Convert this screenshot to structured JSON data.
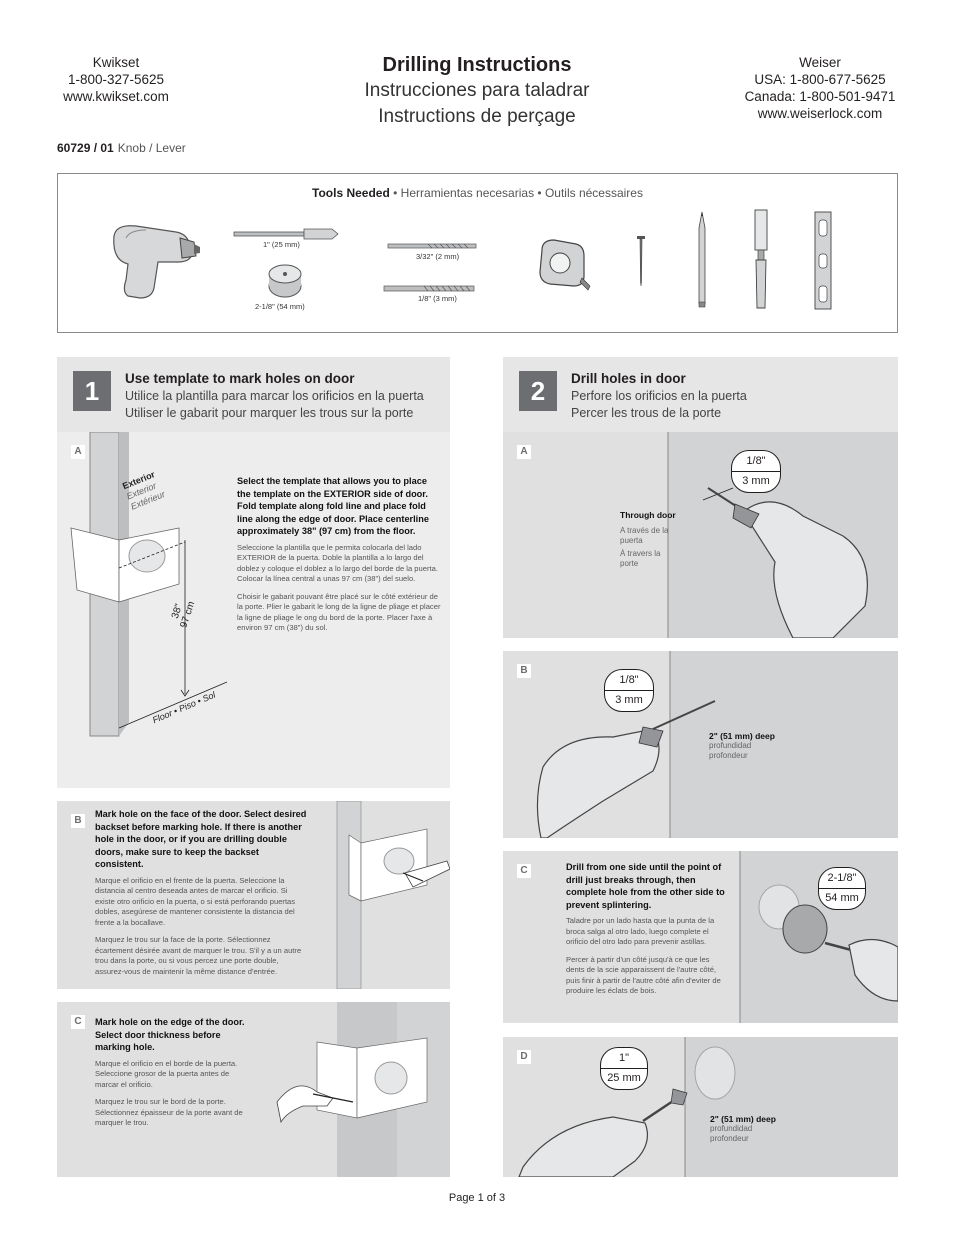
{
  "header": {
    "left": [
      "Kwikset",
      "1-800-327-5625",
      "www.kwikset.com"
    ],
    "title": "Drilling Instructions",
    "title_es": "Instrucciones para taladrar",
    "title_fr": "Instructions de perçage",
    "right": [
      "Weiser",
      "USA: 1-800-677-5625",
      "Canada: 1-800-501-9471",
      "www.weiserlock.com"
    ],
    "doc_number": "60729 / 01",
    "doc_type": "Knob / Lever"
  },
  "tools": {
    "heading": "Tools Needed",
    "heading_rest": " • Herramientas necesarias • Outils nécessaires",
    "labels": {
      "spade_bit": "1\" (25 mm)",
      "hole_saw": "2-1/8\" (54 mm)",
      "bit_small": "3/32\" (2 mm)",
      "bit_large": "1/8\" (3 mm)"
    },
    "icons": [
      "drill-icon",
      "spade-bit-icon",
      "hole-saw-icon",
      "drill-bit-icon",
      "tape-measure-icon",
      "nail-icon",
      "pencil-icon",
      "chisel-icon",
      "level-icon"
    ]
  },
  "step1": {
    "number": "1",
    "title": "Use template to mark holes on door",
    "title_es": "Utilice la plantilla para marcar los orificios en la puerta",
    "title_fr": "Utiliser le gabarit pour marquer les trous sur la porte",
    "A": {
      "label": "A",
      "bold": "Select the template that allows you to place the template on the EXTERIOR side of door. Fold template along fold line and place fold line along the edge of door. Place centerline approximately 38\" (97 cm) from the floor.",
      "es": "Seleccione la plantilla que le permita colocarla del lado EXTERIOR de la puerta. Doble la plantilla a lo largo del doblez y coloque el doblez a lo largo del borde de la puerta. Colocar la línea central a unas 97 cm (38\") del suelo.",
      "fr": "Choisir le gabarit pouvant être placé sur le côté extérieur de la porte. Plier le gabarit le long de la ligne de pliage et placer la ligne de pliage le ong du bord de la porte. Placer l'axe à environ 97 cm (38\") du sol.",
      "exterior": "Exterior",
      "exterior_es": "Exterior",
      "exterior_fr": "Extérieur",
      "dim1": "38\"",
      "dim2": "97 cm",
      "floor": "Floor • Piso • Sol"
    },
    "B": {
      "label": "B",
      "bold": "Mark hole on the face of the door. Select desired backset before marking hole. If there is another hole in the door, or if you are drilling double doors, make sure to keep the backset consistent.",
      "es": "Marque el orificio en el frente de la puerta. Seleccione la distancia al centro deseada antes de marcar el orificio. Si existe otro orificio en la puerta, o si está perforando puertas dobles, asegúrese de mantener consistente la distancia del frente a la bocallave.",
      "fr": "Marquez le trou sur la face de la porte. Sélectionnez écartement désirée avant de marquer le trou. S'il y a un autre trou dans la porte, ou si vous percez une porte double, assurez-vous de maintenir la même distance d'entrée."
    },
    "C": {
      "label": "C",
      "bold": "Mark hole on the edge of the door. Select door thickness before marking hole.",
      "es": "Marque el orificio en el borde de la puerta. Seleccione grosor de la puerta antes de marcar el orificio.",
      "fr": "Marquez le trou sur le bord de la porte. Sélectionnez épaisseur de la porte avant de marquer le trou."
    }
  },
  "step2": {
    "number": "2",
    "title": "Drill holes in door",
    "title_es": "Perfore los orificios en la puerta",
    "title_fr": "Percer les trous de la porte",
    "A": {
      "label": "A",
      "badge_top": "1/8\"",
      "badge_bot": "3 mm",
      "through": "Through door",
      "through_es": "A través de la puerta",
      "through_fr": "À travers la porte"
    },
    "B": {
      "label": "B",
      "badge_top": "1/8\"",
      "badge_bot": "3 mm",
      "deep": "2\" (51 mm) deep",
      "deep_es": "profundidad",
      "deep_fr": "profondeur"
    },
    "C": {
      "label": "C",
      "bold": "Drill from one side until the point of drill just breaks through, then complete hole from the other side to prevent splintering.",
      "es": "Taladre por un lado hasta que la punta de la broca salga al otro lado, luego complete el orificio del otro lado para prevenir astillas.",
      "fr": "Percer à partir d'un côté jusqu'à ce que les dents de la scie apparaissent de l'autre côté, puis finir à partir de l'autre côté afin d'eviter de produire les éclats de bois.",
      "badge_top": "2-1/8\"",
      "badge_bot": "54 mm"
    },
    "D": {
      "label": "D",
      "badge_top": "1\"",
      "badge_bot": "25 mm",
      "deep": "2\" (51 mm) deep",
      "deep_es": "profundidad",
      "deep_fr": "profondeur"
    }
  },
  "footer": "Page 1 of 3"
}
